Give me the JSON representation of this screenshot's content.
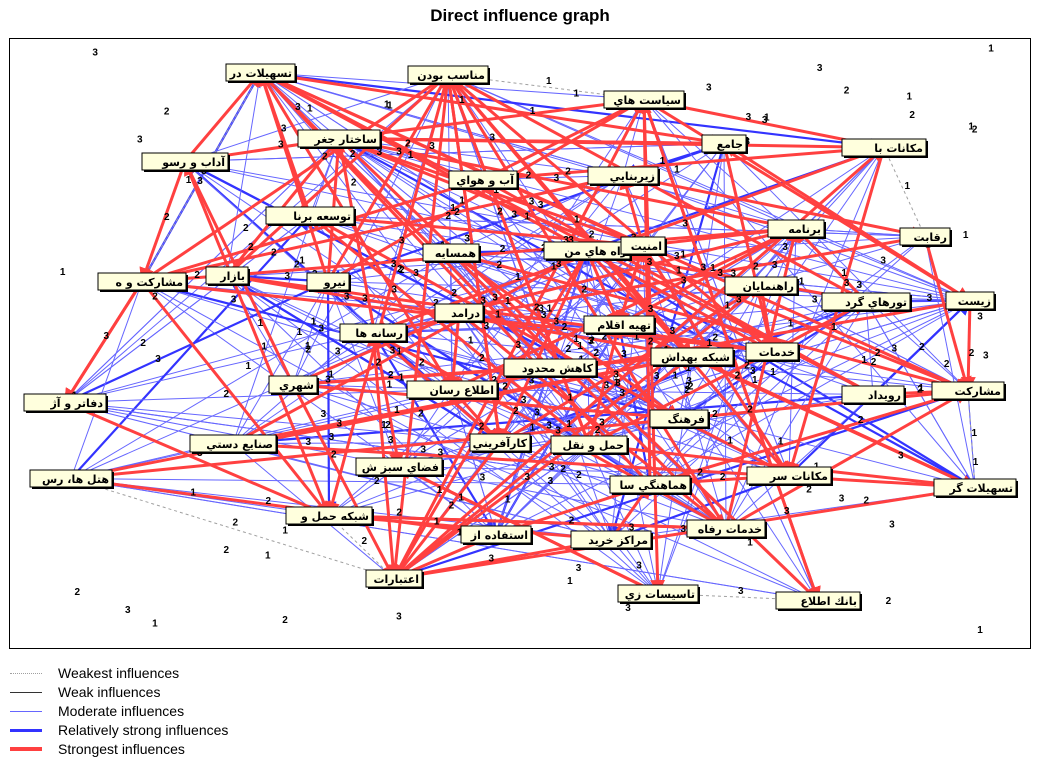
{
  "title": "Direct influence graph",
  "colors": {
    "weakest": "#a0a0a0",
    "weak": "#333333",
    "moderate": "#6666ff",
    "relatively_strong": "#3333ff",
    "strongest": "#ff4040",
    "node_fill": "#ffffdd"
  },
  "legend": [
    {
      "label": "Weakest influences",
      "style": "dotted-gray"
    },
    {
      "label": "Weak influences",
      "style": "thin-dark"
    },
    {
      "label": "Moderate influences",
      "style": "thin-blue"
    },
    {
      "label": "Relatively strong influences",
      "style": "thick-blue"
    },
    {
      "label": "Strongest influences",
      "style": "thick-red"
    }
  ],
  "nodes": [
    {
      "id": "n1",
      "label": "تسهيلات در"
    },
    {
      "id": "n2",
      "label": "مناسب بودن"
    },
    {
      "id": "n3",
      "label": "سياست هاي"
    },
    {
      "id": "n4",
      "label": "مكانات با"
    },
    {
      "id": "n5",
      "label": "جامع"
    },
    {
      "id": "n6",
      "label": "ساختار جغر"
    },
    {
      "id": "n7",
      "label": "آداب و رسو"
    },
    {
      "id": "n8",
      "label": "آب و هواي"
    },
    {
      "id": "n9",
      "label": "زيربنايي"
    },
    {
      "id": "n10",
      "label": "توسعه برنا"
    },
    {
      "id": "n11",
      "label": "برنامه"
    },
    {
      "id": "n12",
      "label": "رقابت"
    },
    {
      "id": "n13",
      "label": "همسايه"
    },
    {
      "id": "n14",
      "label": "راه هاي من"
    },
    {
      "id": "n15",
      "label": "امنيت"
    },
    {
      "id": "n16",
      "label": "مشاركت و ه"
    },
    {
      "id": "n17",
      "label": "بازار"
    },
    {
      "id": "n18",
      "label": "نيرو"
    },
    {
      "id": "n19",
      "label": "راهنمايان"
    },
    {
      "id": "n20",
      "label": "تورهاي گرد"
    },
    {
      "id": "n21",
      "label": "زيست"
    },
    {
      "id": "n22",
      "label": "درامد"
    },
    {
      "id": "n23",
      "label": "تهيه اقلام"
    },
    {
      "id": "n24",
      "label": "رسانه ها"
    },
    {
      "id": "n25",
      "label": "خدمات"
    },
    {
      "id": "n26",
      "label": "شبكه بهداش"
    },
    {
      "id": "n27",
      "label": "كاهش محدود"
    },
    {
      "id": "n28",
      "label": "شهري"
    },
    {
      "id": "n29",
      "label": "اطلاع رسان"
    },
    {
      "id": "n30",
      "label": "رويداد"
    },
    {
      "id": "n31",
      "label": "مشاركت"
    },
    {
      "id": "n32",
      "label": "دفاتر و آژ"
    },
    {
      "id": "n33",
      "label": "فرهنگ"
    },
    {
      "id": "n34",
      "label": "صنايع دستي"
    },
    {
      "id": "n35",
      "label": "كارآفريني"
    },
    {
      "id": "n36",
      "label": "حمل و نقل"
    },
    {
      "id": "n37",
      "label": "فضاي سبز ش"
    },
    {
      "id": "n38",
      "label": "مكانات سر"
    },
    {
      "id": "n39",
      "label": "هتل ها، رس"
    },
    {
      "id": "n40",
      "label": "هماهنگي سا"
    },
    {
      "id": "n41",
      "label": "تسهيلات گر"
    },
    {
      "id": "n42",
      "label": "شبكه حمل و"
    },
    {
      "id": "n43",
      "label": "خدمات رفاه"
    },
    {
      "id": "n44",
      "label": "استفاده از"
    },
    {
      "id": "n45",
      "label": "مراكز خريد"
    },
    {
      "id": "n46",
      "label": "اعتبارات"
    },
    {
      "id": "n47",
      "label": "تاسيسات زي"
    },
    {
      "id": "n48",
      "label": "بانك اطلاع"
    }
  ],
  "edge_weight_labels": [
    "1",
    "2",
    "3"
  ]
}
